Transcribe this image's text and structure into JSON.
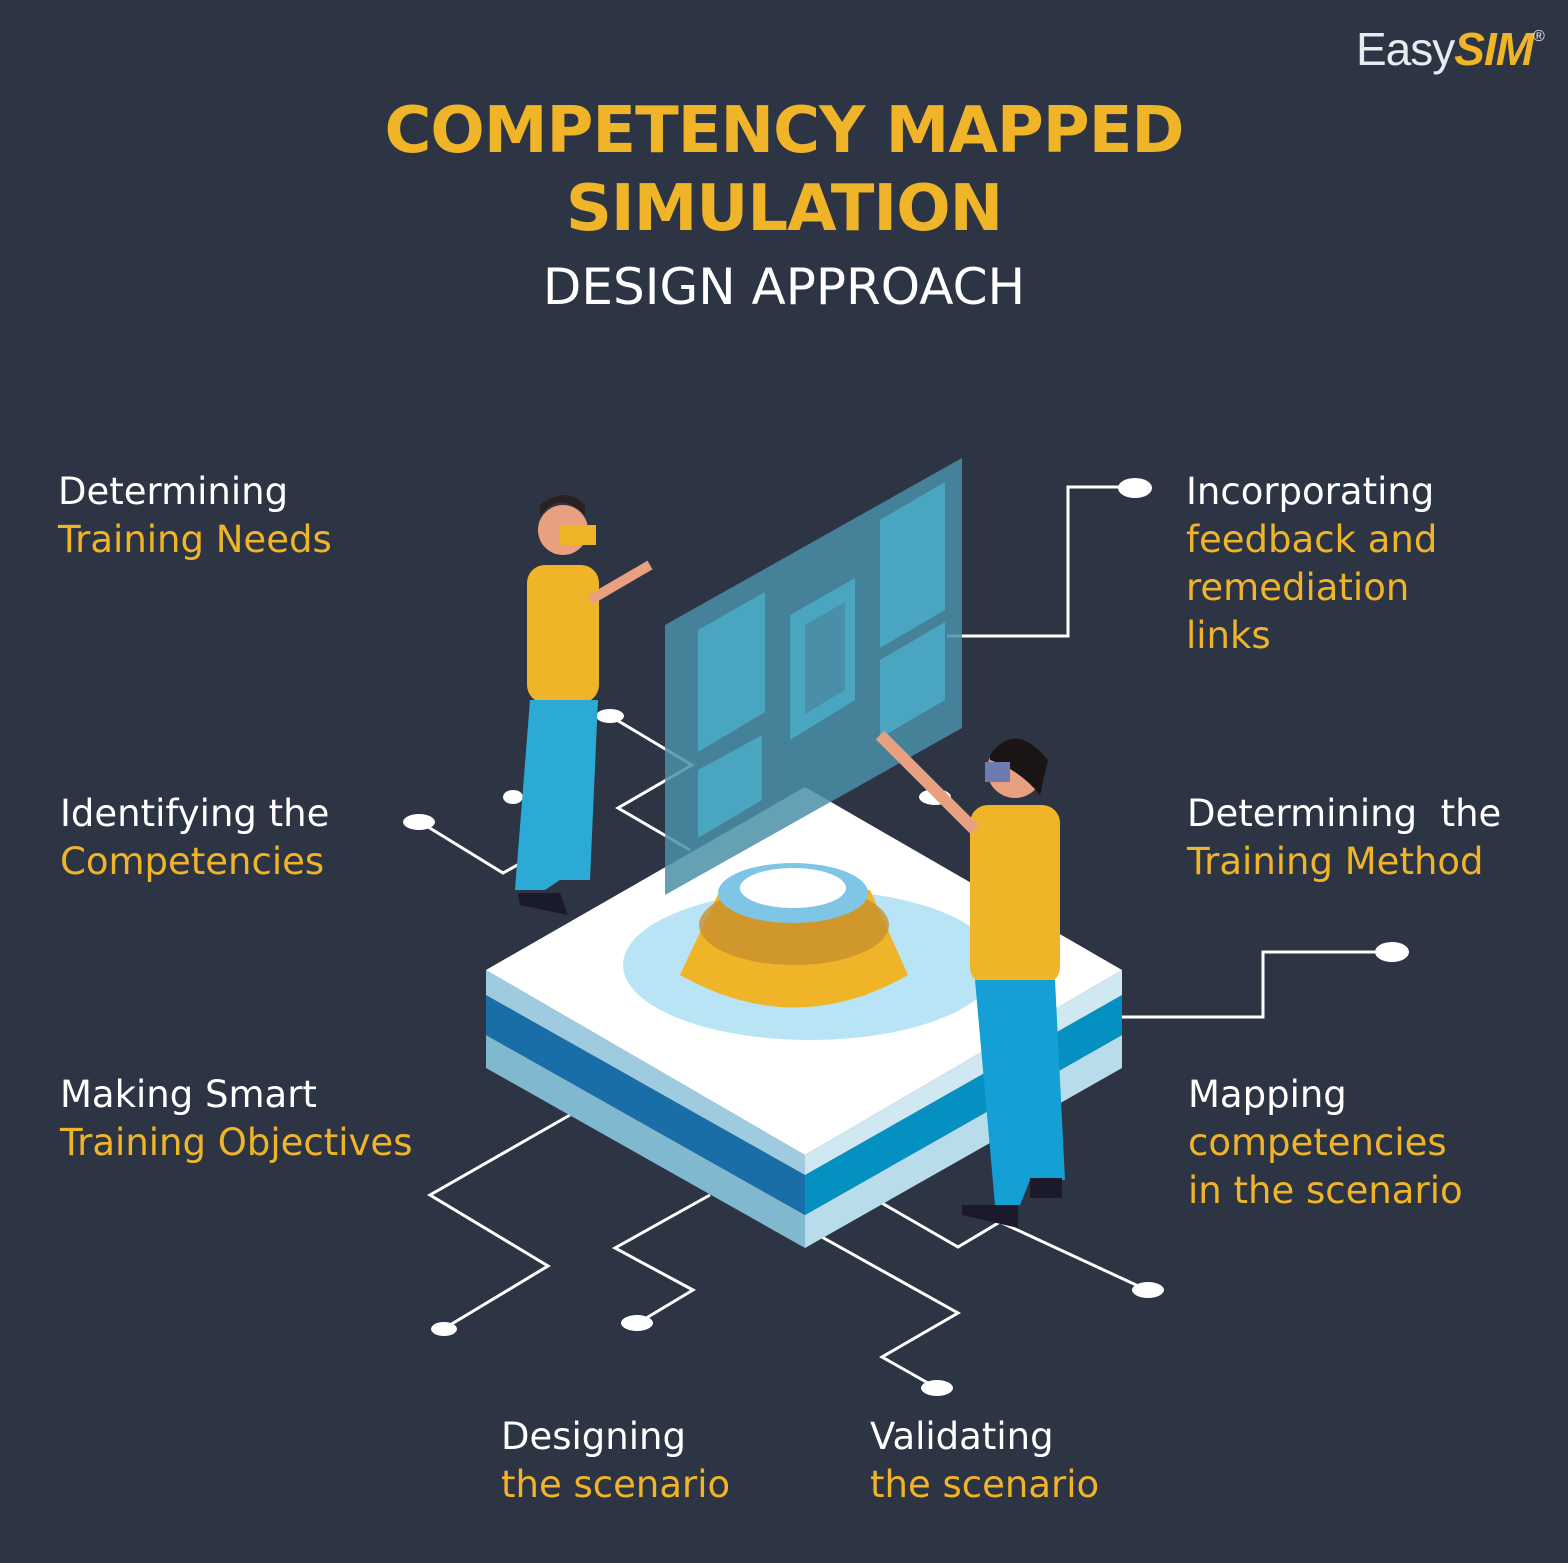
{
  "logo": {
    "part1": "Easy",
    "part2": "SIM",
    "mark": "®"
  },
  "title": {
    "line1": "COMPETENCY MAPPED",
    "line2": "SIMULATION",
    "subtitle": "DESIGN APPROACH"
  },
  "steps": [
    {
      "white": "Determining",
      "yellow": [
        "Training Needs"
      ]
    },
    {
      "white": "Identifying the",
      "yellow": [
        "Competencies"
      ]
    },
    {
      "white": "Making Smart",
      "yellow": [
        "Training Objectives"
      ]
    },
    {
      "white": "Designing",
      "yellow": [
        "the scenario"
      ]
    },
    {
      "white": "Validating",
      "yellow": [
        "the scenario"
      ]
    },
    {
      "white": "Mapping",
      "yellow": [
        "competencies",
        "in the scenario"
      ]
    },
    {
      "white": "Determining  the",
      "yellow": [
        "Training Method"
      ]
    },
    {
      "white": "Incorporating",
      "yellow": [
        "feedback and",
        "remediation",
        "links"
      ]
    }
  ],
  "colors": {
    "background": "#2d3444",
    "accent": "#f0b429",
    "text": "#ffffff"
  }
}
